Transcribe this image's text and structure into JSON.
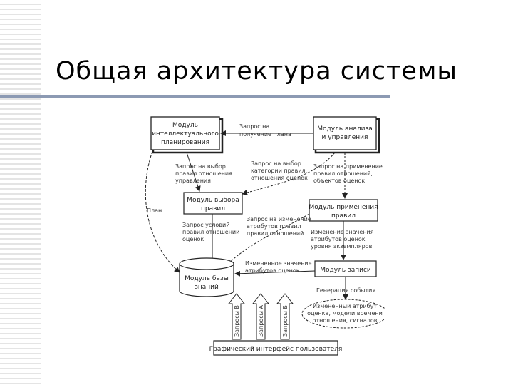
{
  "slide": {
    "title": "Общая архитектура системы"
  },
  "diagram": {
    "boxes": {
      "intellectual": [
        "Модуль",
        "интеллектуального",
        "планирования"
      ],
      "analysis": [
        "Модуль анализа",
        "и управления"
      ],
      "selection": [
        "Модуль выбора",
        "правил"
      ],
      "application": [
        "Модуль применения",
        "правил"
      ],
      "database": [
        "Модуль базы",
        "знаний"
      ],
      "recording": [
        "Модуль записи"
      ],
      "interface": [
        "Графический интерфейс пользователя"
      ],
      "events": [
        "Измененный атрибут",
        "оценка, модели времени",
        "отношения, сигналов"
      ]
    },
    "labels": {
      "plan_request": [
        "Запрос на",
        "получение плана"
      ],
      "selection_request": [
        "Запрос на выбор",
        "правил отношения",
        "управления"
      ],
      "category_request": [
        "Запрос на выбор",
        "категории правил,",
        "отношения оценок"
      ],
      "application_request": [
        "Запрос на применение",
        "правил отношений,",
        "объектов оценок"
      ],
      "plan": "План",
      "conditions_request": [
        "Запрос условий",
        "правил отношений",
        "оценок"
      ],
      "change_request": [
        "Запрос на изменение",
        "атрибутов правил",
        "правил отношений"
      ],
      "attribute_change": [
        "Изменение значения",
        "атрибутов оценок",
        "уровня экземпляров"
      ],
      "attribute_value_change": [
        "Измененное значение",
        "атрибутов оценок"
      ],
      "event_generation": "Генерация события",
      "query_1": "Запросы В",
      "query_2": "Запросы А",
      "query_3": "Запросы Б"
    }
  }
}
